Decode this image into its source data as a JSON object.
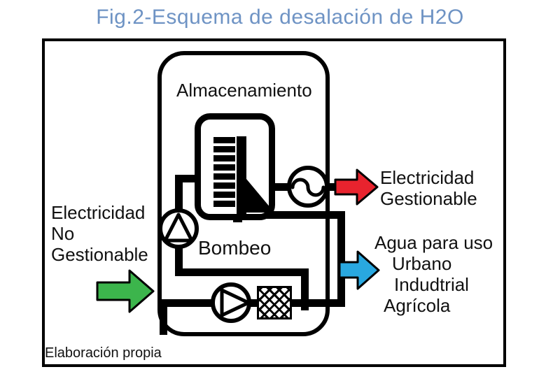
{
  "title": {
    "text": "Fig.2-Esquema de desalación de H2O",
    "color": "#6e93c4"
  },
  "figure": {
    "system": {
      "storage_label": "Almacenamiento",
      "pumping_label": "Bombeo"
    },
    "inputs": {
      "electricity_non_dispatchable": {
        "lines": [
          "Electricidad",
          "No",
          "Gestionable"
        ],
        "arrow_color": "#3cb54c"
      }
    },
    "outputs": {
      "electricity_dispatchable": {
        "lines": [
          "Electricidad",
          "Gestionable"
        ],
        "arrow_color": "#e8232e"
      },
      "water": {
        "lines": [
          "Agua para uso",
          "Urbano",
          "Indudtrial",
          "Agrícola"
        ],
        "arrow_color": "#29a8e0"
      }
    },
    "source_note": "Elaboración propia",
    "line_color": "#000000",
    "background_color": "#ffffff"
  },
  "icons": {
    "storage_battery_icon": "stacked-bars-with-ramp",
    "pump_icon": "circle-with-triangle",
    "generator_icon": "circle-with-sine-wave",
    "filter_icon": "crosshatched-box-membrane",
    "arrow_icon": "block-arrow-right"
  }
}
